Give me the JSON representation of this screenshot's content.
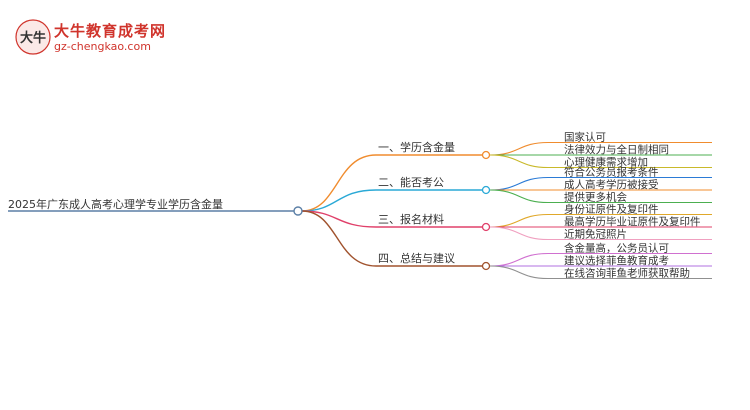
{
  "brand": {
    "name": "大牛教育成考网",
    "url": "gz-chengkao.com",
    "logo_glyph": "大牛"
  },
  "mindmap": {
    "root": "2025年广东成人高考心理学专业学历含金量",
    "branches": [
      {
        "label": "一、学历含金量",
        "color": "#f08c2e",
        "children": [
          {
            "label": "国家认可",
            "color": "#f08c2e"
          },
          {
            "label": "法律效力与全日制相同",
            "color": "#4caf50"
          },
          {
            "label": "心理健康需求增加",
            "color": "#c9b92a"
          }
        ]
      },
      {
        "label": "二、能否考公",
        "color": "#2aa9d6",
        "children": [
          {
            "label": "符合公务员报考条件",
            "color": "#2b7bd6"
          },
          {
            "label": "成人高考学历被接受",
            "color": "#f08c2e"
          },
          {
            "label": "提供更多机会",
            "color": "#4caf50"
          }
        ]
      },
      {
        "label": "三、报名材料",
        "color": "#e0406a",
        "children": [
          {
            "label": "身份证原件及复印件",
            "color": "#e0a82a"
          },
          {
            "label": "最高学历毕业证原件及复印件",
            "color": "#e0406a"
          },
          {
            "label": "近期免冠照片",
            "color": "#f0a0c0"
          }
        ]
      },
      {
        "label": "四、总结与建议",
        "color": "#a0522d",
        "children": [
          {
            "label": "含金量高，公务员认可",
            "color": "#d070d0"
          },
          {
            "label": "建议选择菲鱼教育成考",
            "color": "#b070e0"
          },
          {
            "label": "在线咨询菲鱼老师获取帮助",
            "color": "#909090"
          }
        ]
      }
    ]
  }
}
